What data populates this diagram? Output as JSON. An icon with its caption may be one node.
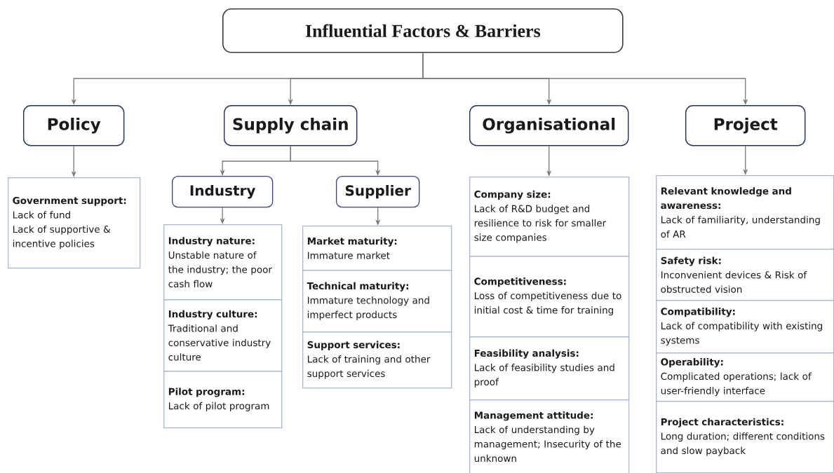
{
  "diagram": {
    "nodes": [
      {
        "text": [
          "Influential Factors & Barriers"
        ]
      },
      {
        "text": [
          "Policy"
        ]
      },
      {
        "text": [
          "Government support:",
          "Lack of fund",
          "Lack of supportive & incentive policies"
        ]
      },
      {
        "text": [
          "Supply chain"
        ]
      },
      {
        "text": [
          "Industry"
        ]
      },
      {
        "text": [
          "Industry nature:",
          "Unstable nature of the industry; the poor cash flow"
        ]
      },
      {
        "text": [
          "Industry culture:",
          "Traditional and conservative industry culture"
        ]
      },
      {
        "text": [
          "Pilot program:",
          "Lack of pilot program"
        ]
      },
      {
        "text": [
          "Supplier"
        ]
      },
      {
        "text": [
          "Market maturity:",
          "Immature market"
        ]
      },
      {
        "text": [
          "Technical maturity:",
          "Immature technology and imperfect products"
        ]
      },
      {
        "text": [
          "Support services:",
          "Lack of training and other support services"
        ]
      },
      {
        "text": [
          "Organisational"
        ]
      },
      {
        "text": [
          "Company size:",
          "Lack of R&D budget and resilience to risk for smaller size companies"
        ]
      },
      {
        "text": [
          "Competitiveness:",
          "Loss of competitiveness due to initial cost & time for training"
        ]
      },
      {
        "text": [
          "Feasibility analysis:",
          "Lack of feasibility studies and proof"
        ]
      },
      {
        "text": [
          "Management attitude:",
          "Lack of understanding by management; Insecurity of the unknown"
        ]
      },
      {
        "text": [
          "Project"
        ]
      },
      {
        "text": [
          "Relevant knowledge and awareness:",
          "Lack of familiarity, understanding of AR"
        ]
      },
      {
        "text": [
          "Safety risk:",
          "Inconvenient devices & Risk of obstructed vision"
        ]
      },
      {
        "text": [
          "Compatibility:",
          "Lack of compatibility with existing systems"
        ]
      },
      {
        "text": [
          "Operability:",
          "Complicated operations; lack of user-friendly interface"
        ]
      },
      {
        "text": [
          "Project characteristics:",
          "Long duration; different conditions and slow payback"
        ]
      }
    ],
    "edges": [
      {
        "from": 0,
        "to": 1,
        "arrow": "to"
      },
      {
        "from": 0,
        "to": 3,
        "arrow": "to"
      },
      {
        "from": 0,
        "to": 12,
        "arrow": "to"
      },
      {
        "from": 0,
        "to": 17,
        "arrow": "to"
      },
      {
        "from": 3,
        "to": 4,
        "arrow": "to"
      },
      {
        "from": 3,
        "to": 8,
        "arrow": "to"
      },
      {
        "from": 1,
        "to": 2,
        "arrow": "to"
      },
      {
        "from": 4,
        "to": 5,
        "arrow": "to"
      },
      {
        "from": 8,
        "to": 9,
        "arrow": "to"
      },
      {
        "from": 12,
        "to": 13,
        "arrow": "to"
      },
      {
        "from": 17,
        "to": 18,
        "arrow": "to"
      }
    ]
  }
}
